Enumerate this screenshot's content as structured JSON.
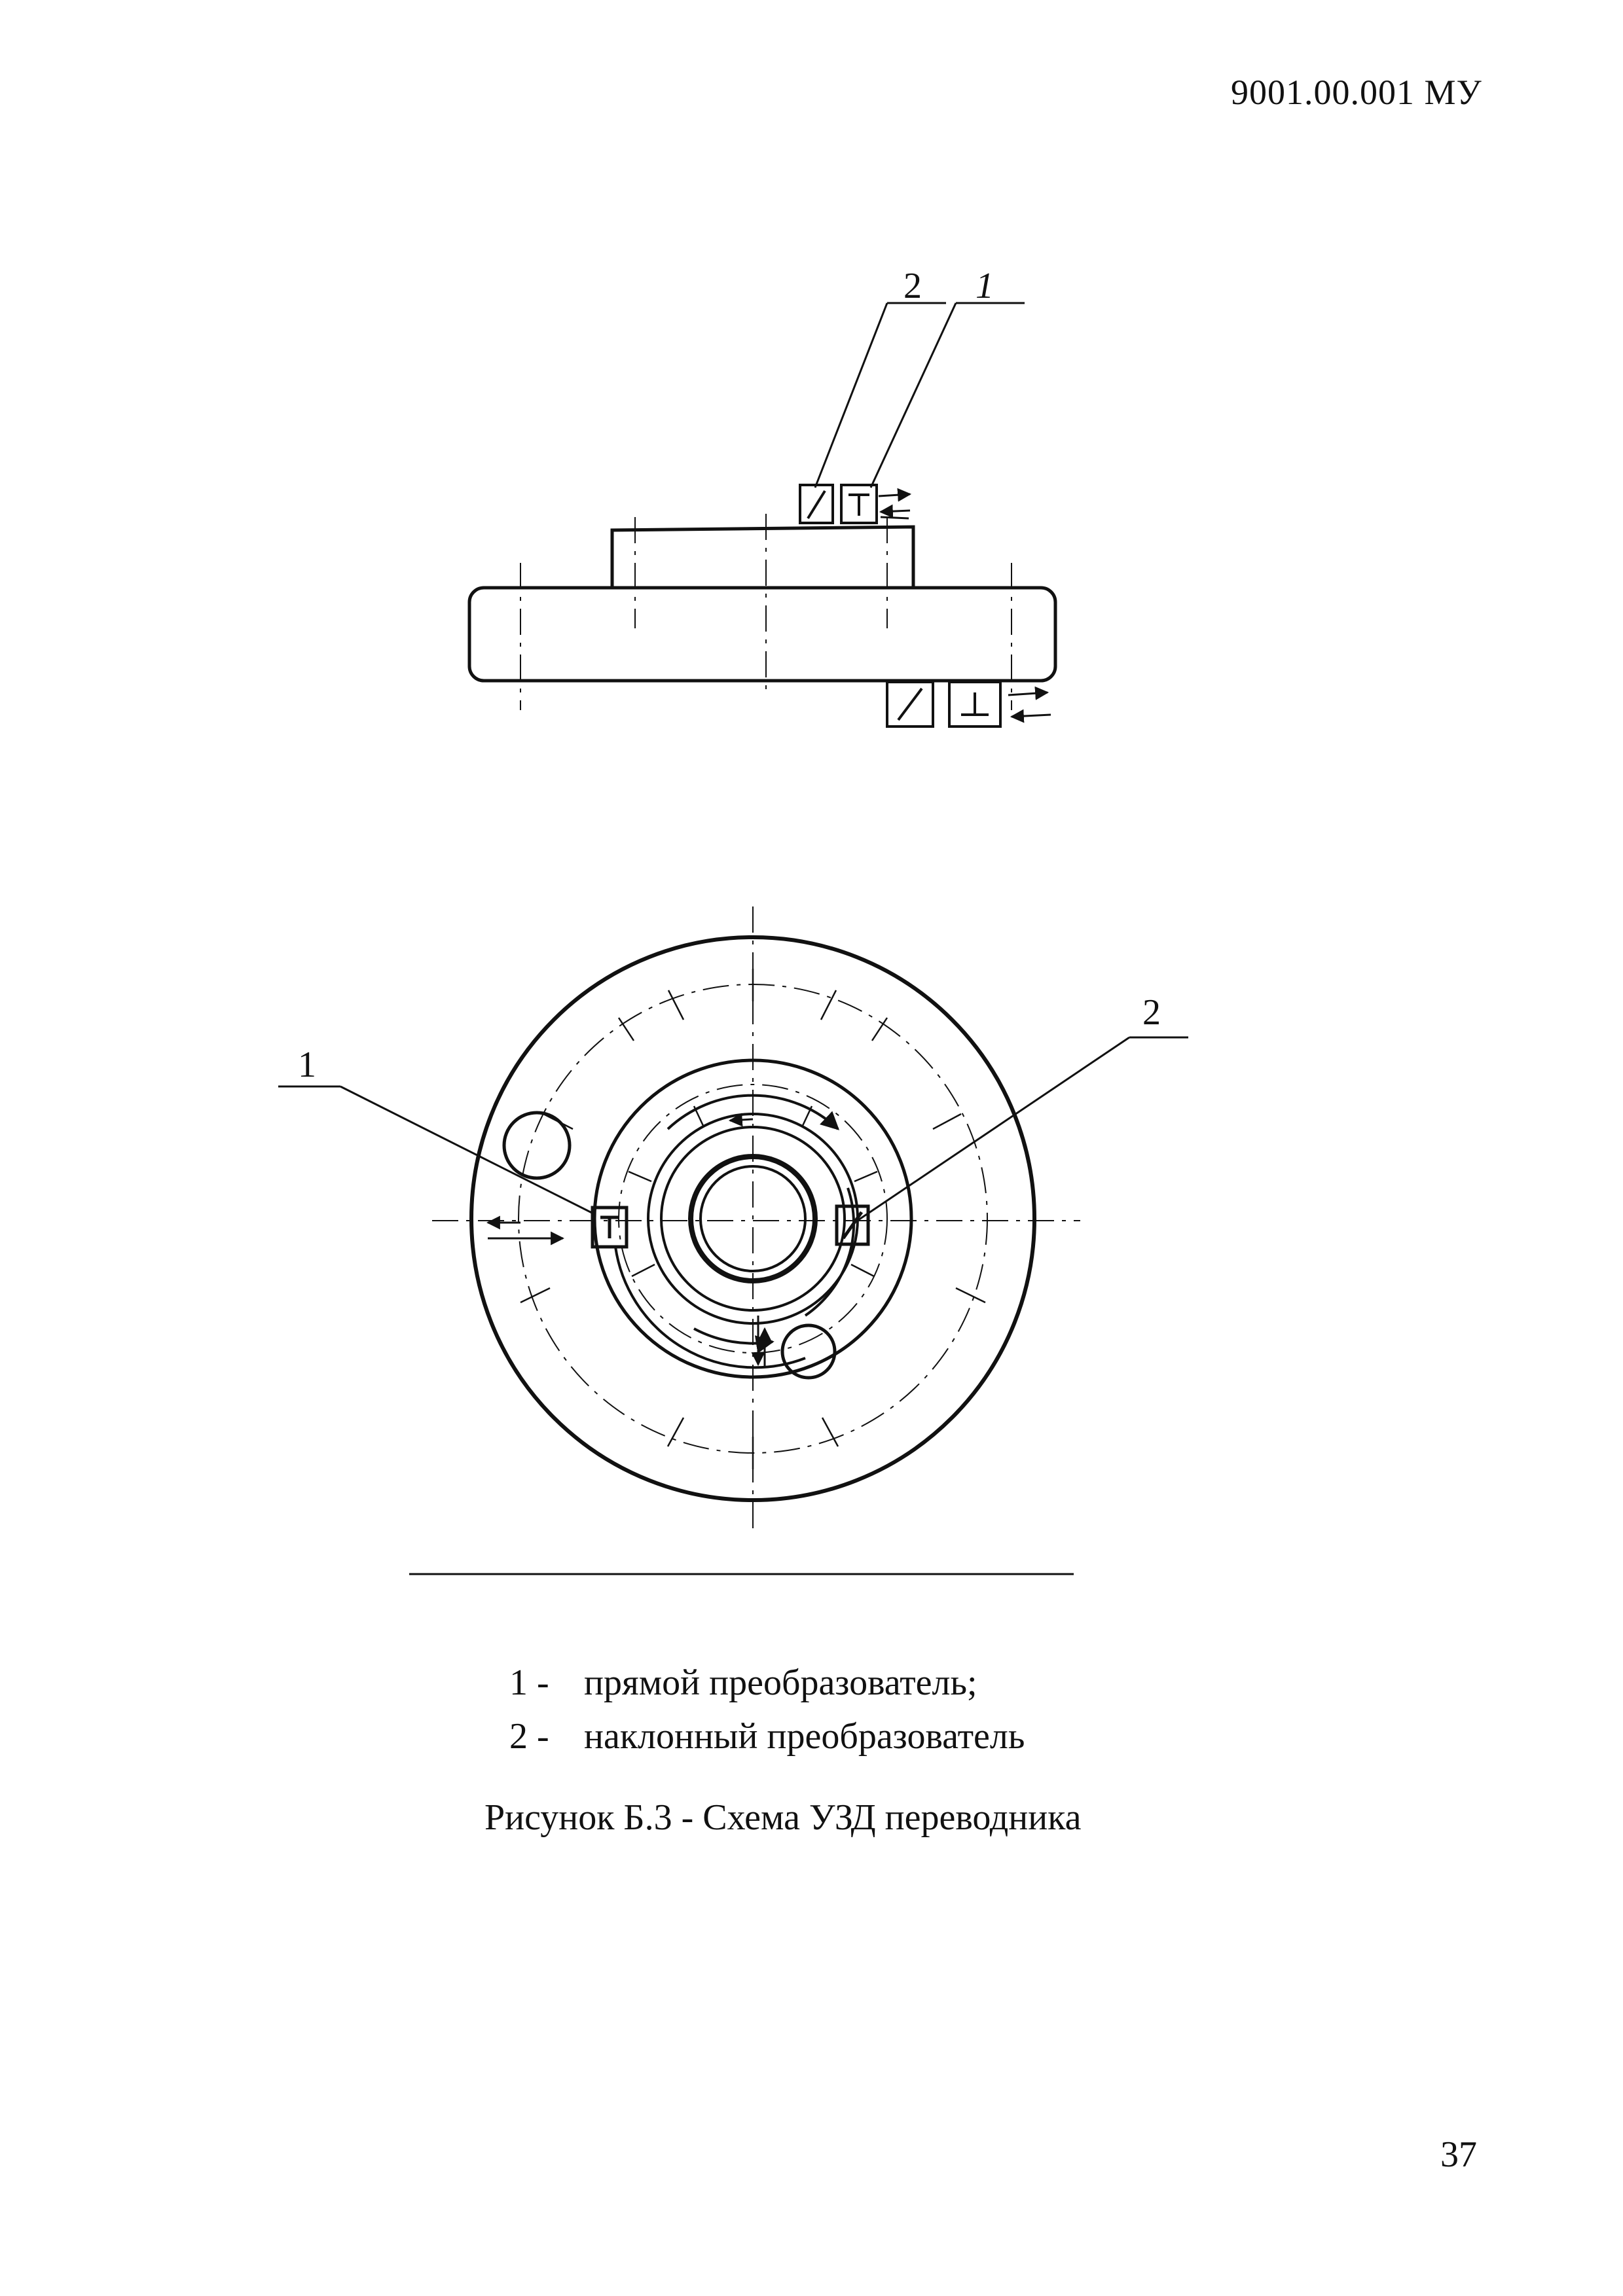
{
  "header": {
    "doc_code": "9001.00.001 МУ"
  },
  "figure": {
    "side_view": {
      "callout_2": "2",
      "callout_1": "1"
    },
    "top_view": {
      "callout_1": "1",
      "callout_2": "2"
    },
    "icons": [
      "straight-transducer-icon",
      "angle-transducer-icon"
    ]
  },
  "legend": {
    "items": [
      {
        "num": "1 -",
        "text": "прямой преобразователь;"
      },
      {
        "num": "2 -",
        "text": "наклонный преобразователь"
      }
    ]
  },
  "caption": "Рисунок Б.3 - Схема УЗД переводника",
  "footer": {
    "page_number": "37"
  }
}
